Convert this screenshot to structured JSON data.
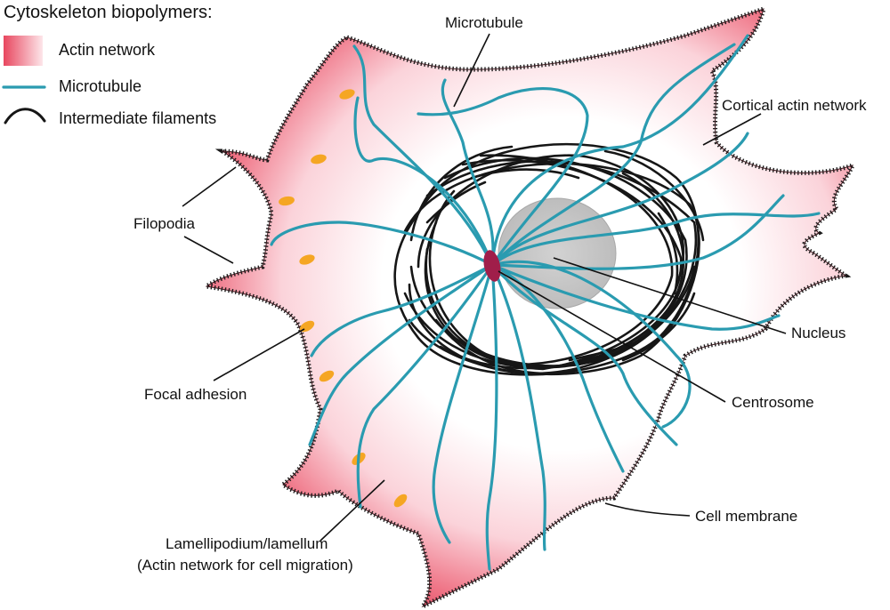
{
  "legend": {
    "title": "Cytoskeleton biopolymers:",
    "items": [
      {
        "label": "Actin network",
        "icon": "actin-gradient-swatch"
      },
      {
        "label": "Microtubule",
        "icon": "microtubule-line"
      },
      {
        "label": "Intermediate filaments",
        "icon": "filament-curve"
      }
    ]
  },
  "labels": {
    "microtubule": "Microtubule",
    "cortical_actin": "Cortical actin network",
    "filopodia": "Filopodia",
    "nucleus": "Nucleus",
    "focal_adhesion": "Focal adhesion",
    "centrosome": "Centrosome",
    "cell_membrane": "Cell membrane",
    "lamellipodium_line1": "Lamellipodium/lamellum",
    "lamellipodium_line2": "(Actin network for cell migration)"
  },
  "colors": {
    "actin": "#e8475f",
    "microtubule": "#2a9bb0",
    "filament": "#161616",
    "nucleus": "#c8c8c8",
    "centrosome": "#a01e4a",
    "focal_adhesion": "#f5a623"
  }
}
